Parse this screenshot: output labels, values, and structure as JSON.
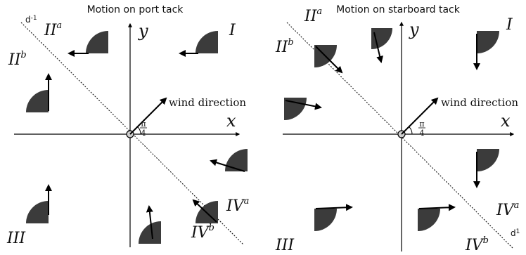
{
  "left_panel": {
    "title": "Motion on port tack",
    "diagonal_label": "d",
    "diagonal_label_sup": "-1",
    "x_axis_label": "x",
    "y_axis_label": "y",
    "wind_label": "wind direction",
    "angle_numerator": "π",
    "angle_denominator": "4",
    "regions": {
      "I": "I",
      "IIa": "II",
      "IIa_sup": "a",
      "IIb": "II",
      "IIb_sup": "b",
      "III": "III",
      "IVa": "IV",
      "IVa_sup": "a",
      "IVb": "IV",
      "IVb_sup": "b"
    }
  },
  "right_panel": {
    "title": "Motion on starboard tack",
    "diagonal_label": "d",
    "diagonal_label_sup": "1",
    "x_axis_label": "x",
    "y_axis_label": "y",
    "wind_label": "wind direction",
    "angle_numerator": "π",
    "angle_denominator": "4",
    "regions": {
      "I": "I",
      "IIa": "II",
      "IIa_sup": "a",
      "IIb": "II",
      "IIb_sup": "b",
      "III": "III",
      "IVa": "IV",
      "IVa_sup": "a",
      "IVb": "IV",
      "IVb_sup": "b"
    }
  },
  "colors": {
    "sail": "#3b3b3b",
    "line": "#000000",
    "background": "#ffffff"
  }
}
